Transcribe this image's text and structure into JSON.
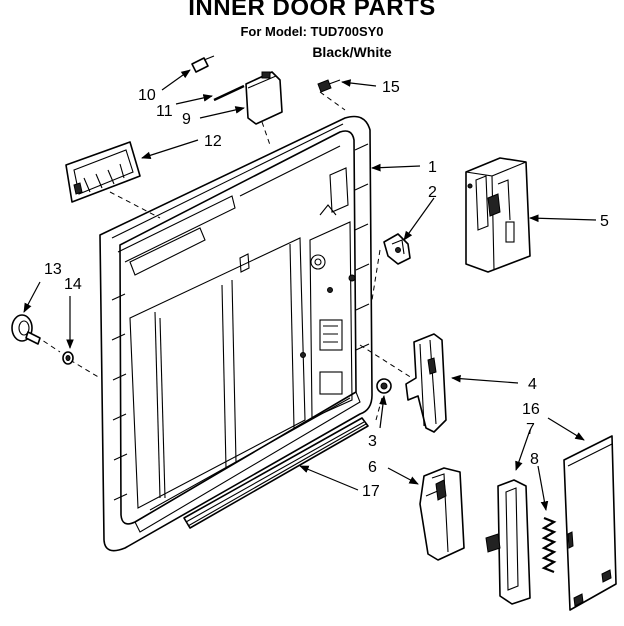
{
  "header": {
    "title": "INNER DOOR PARTS",
    "model": "For Model: TUD700SY0",
    "color": "Black/White"
  },
  "callouts": [
    {
      "id": "c1",
      "label": "1"
    },
    {
      "id": "c2",
      "label": "2"
    },
    {
      "id": "c3",
      "label": "3"
    },
    {
      "id": "c4",
      "label": "4"
    },
    {
      "id": "c5",
      "label": "5"
    },
    {
      "id": "c6",
      "label": "6"
    },
    {
      "id": "c7",
      "label": "7"
    },
    {
      "id": "c8",
      "label": "8"
    },
    {
      "id": "c9",
      "label": "9"
    },
    {
      "id": "c10",
      "label": "10"
    },
    {
      "id": "c11",
      "label": "11"
    },
    {
      "id": "c12",
      "label": "12"
    },
    {
      "id": "c13",
      "label": "13"
    },
    {
      "id": "c14",
      "label": "14"
    },
    {
      "id": "c15",
      "label": "15"
    },
    {
      "id": "c16",
      "label": "16"
    },
    {
      "id": "c17",
      "label": "17"
    }
  ]
}
